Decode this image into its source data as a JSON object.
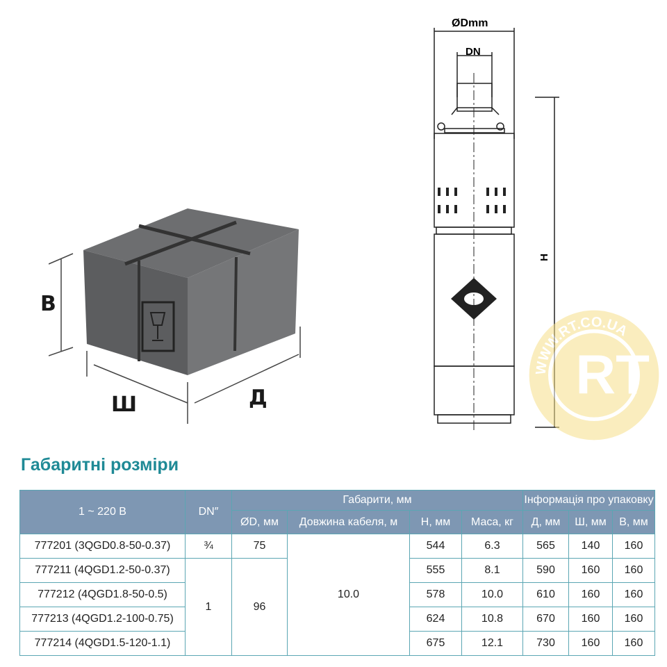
{
  "labels": {
    "box_height": "В",
    "box_width": "Ш",
    "box_length": "Д",
    "pump_od": "ØDmm",
    "pump_dn": "DN",
    "pump_h": "H"
  },
  "title": "Габаритні розміри",
  "table": {
    "h_voltage": "1 ~ 220 В",
    "h_dn": "DN″",
    "h_dims": "Габарити, мм",
    "h_pack": "Інформація про упаковку",
    "sub": [
      "ØD, мм",
      "Довжина кабеля, м",
      "H, мм",
      "Маса, кг",
      "Д, мм",
      "Ш, мм",
      "В, мм"
    ],
    "dn_group": [
      "¾",
      "1"
    ],
    "od_group": [
      "75",
      "96"
    ],
    "cable": "10.0",
    "rows": [
      {
        "model": "777201 (3QGD0.8-50-0.37)",
        "h": "544",
        "mass": "6.3",
        "d": "565",
        "w": "140",
        "b": "160"
      },
      {
        "model": "777211 (4QGD1.2-50-0.37)",
        "h": "555",
        "mass": "8.1",
        "d": "590",
        "w": "160",
        "b": "160"
      },
      {
        "model": "777212 (4QGD1.8-50-0.5)",
        "h": "578",
        "mass": "10.0",
        "d": "610",
        "w": "160",
        "b": "160"
      },
      {
        "model": "777213 (4QGD1.2-100-0.75)",
        "h": "624",
        "mass": "10.8",
        "d": "670",
        "w": "160",
        "b": "160"
      },
      {
        "model": "777214 (4QGD1.5-120-1.1)",
        "h": "675",
        "mass": "12.1",
        "d": "730",
        "w": "160",
        "b": "160"
      }
    ]
  },
  "watermark": "WWW.RT.CO.UA"
}
